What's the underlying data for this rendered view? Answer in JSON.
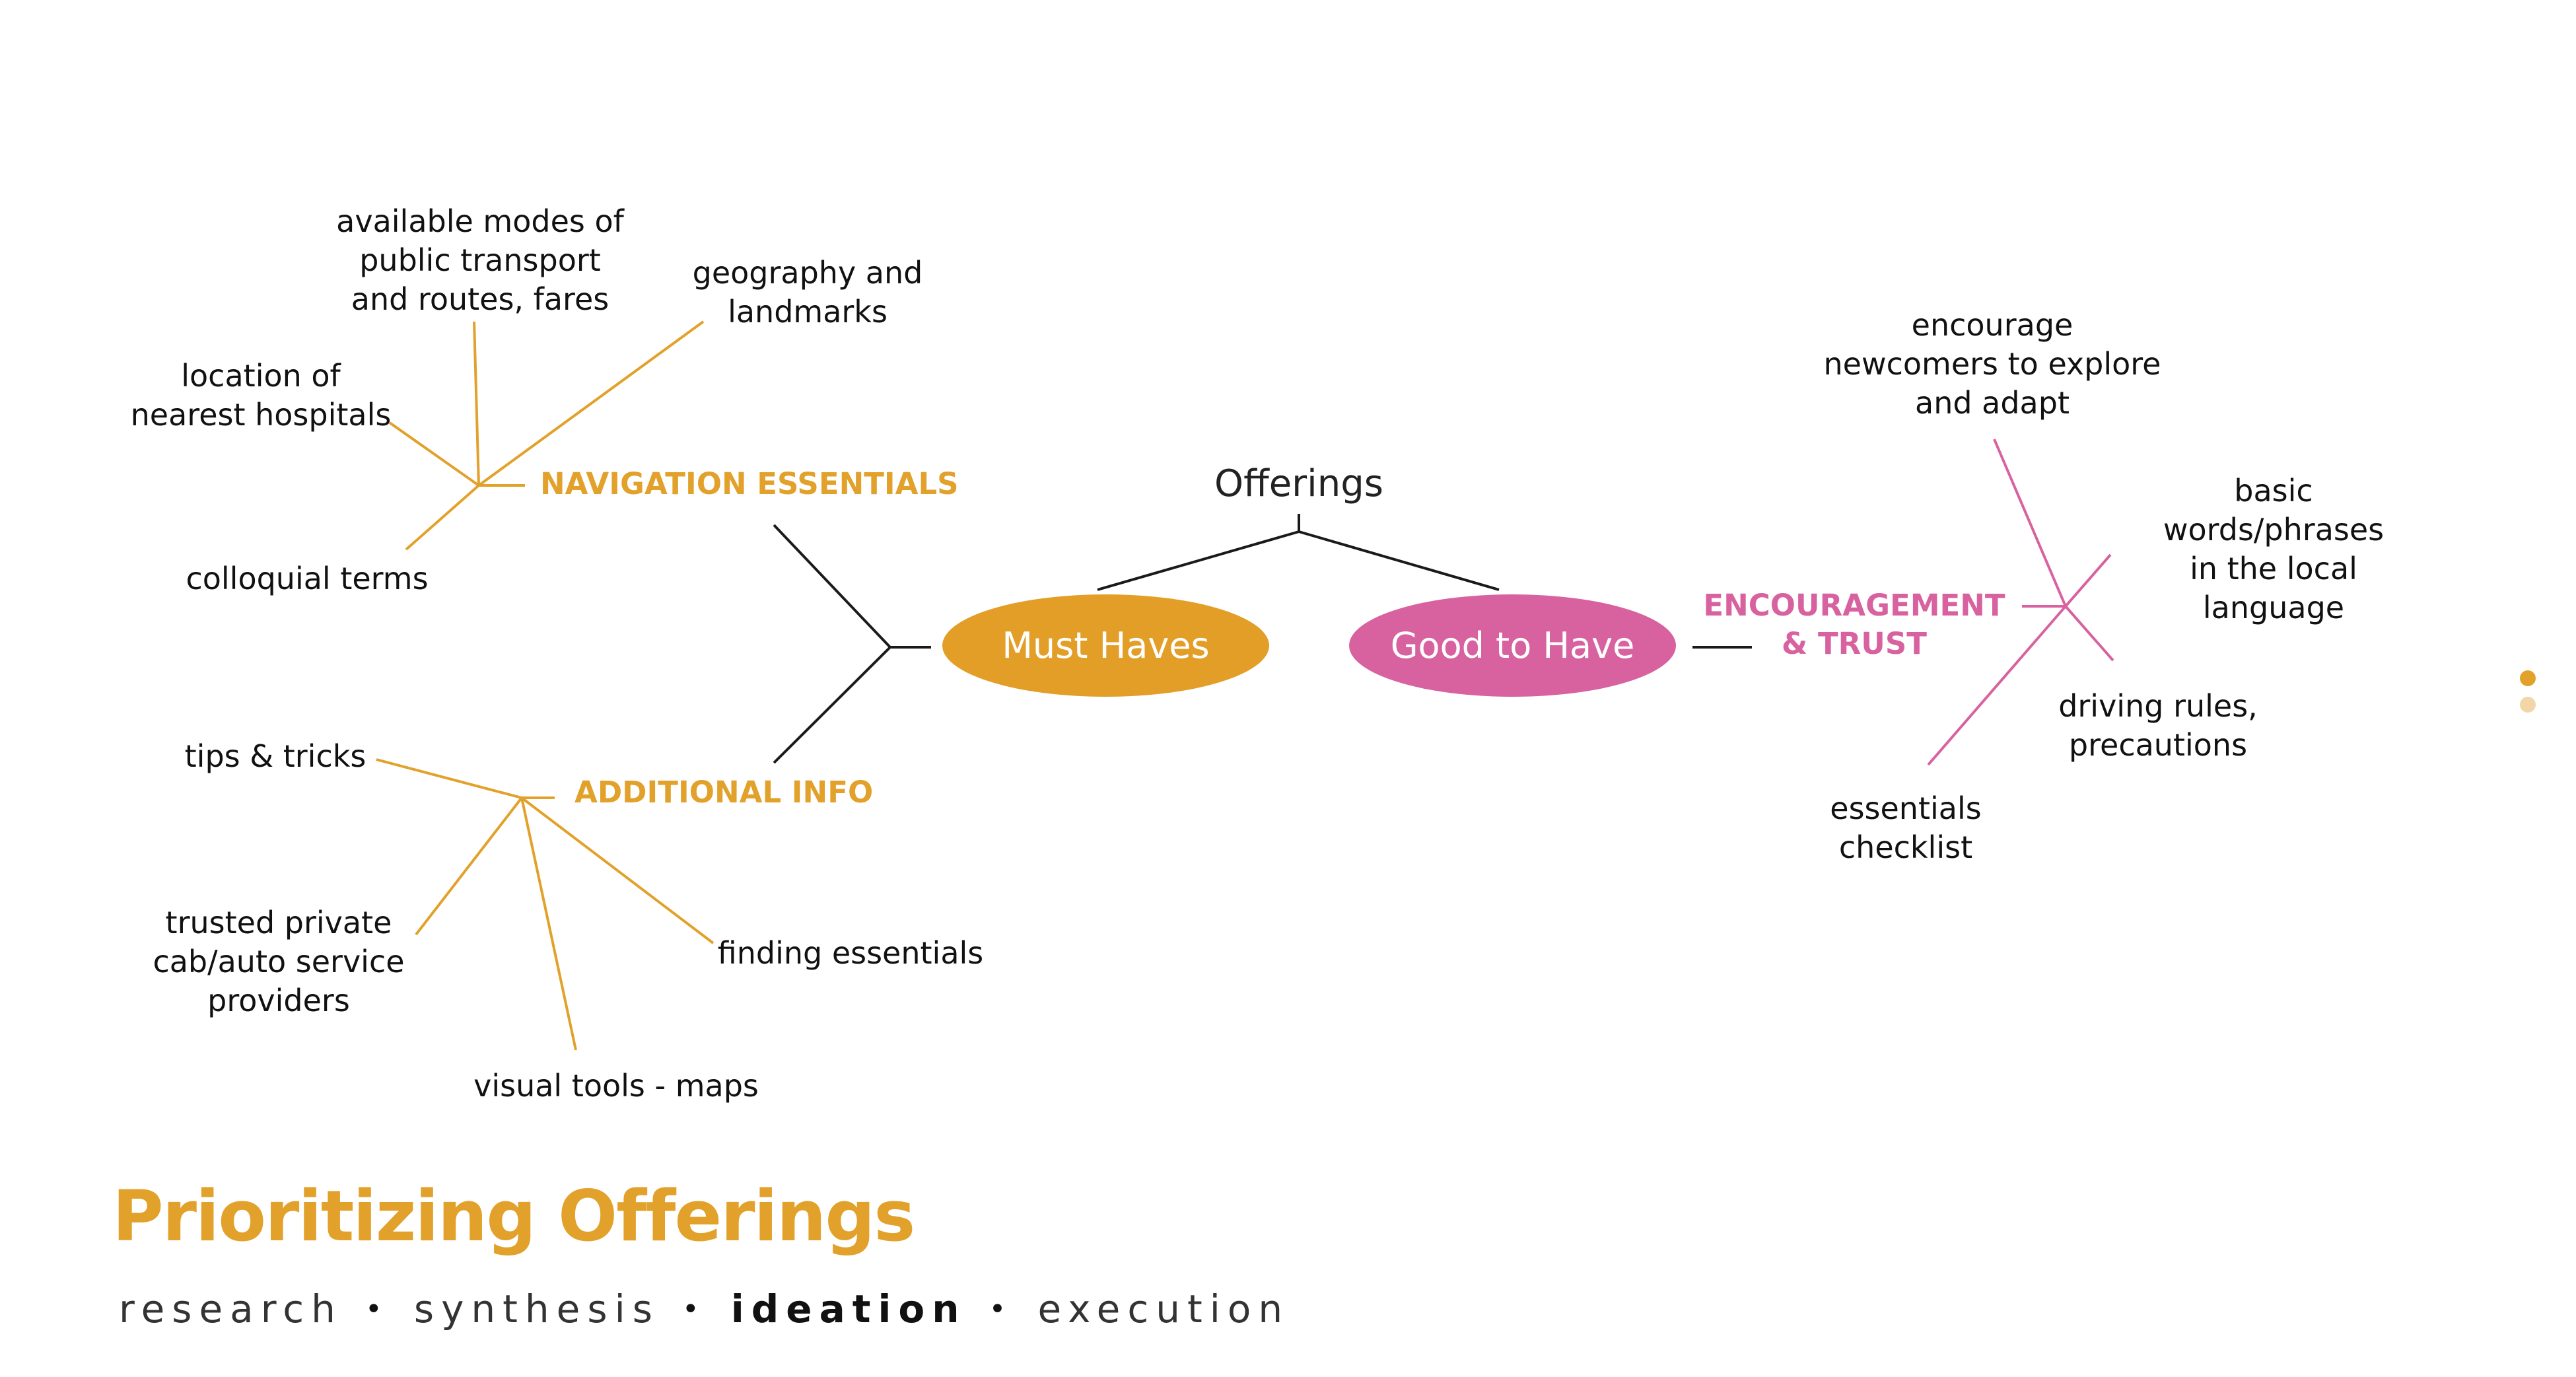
{
  "colors": {
    "accent_orange": "#E2A12A",
    "accent_pink": "#D8629F",
    "connector": "#1a1a1a"
  },
  "root": {
    "title": "Offerings"
  },
  "must_haves": {
    "label": "Must Haves",
    "navigation": {
      "title": "NAVIGATION ESSENTIALS",
      "items": [
        "available modes of\npublic transport\nand routes, fares",
        "geography and\nlandmarks",
        "location of\nnearest hospitals",
        "colloquial terms"
      ]
    },
    "additional": {
      "title": "ADDITIONAL INFO",
      "items": [
        "tips & tricks",
        "trusted private\ncab/auto service\nproviders",
        "visual tools - maps",
        "finding essentials"
      ]
    }
  },
  "good_to_have": {
    "label": "Good to Have",
    "encouragement": {
      "title": "ENCOURAGEMENT\n& TRUST",
      "items": [
        "encourage\nnewcomers to explore\nand adapt",
        "basic words/phrases\nin the local language",
        "driving rules,\nprecautions",
        "essentials\nchecklist"
      ]
    }
  },
  "footer": {
    "title": "Prioritizing Offerings",
    "steps": [
      "research",
      "synthesis",
      "ideation",
      "execution"
    ],
    "active_step": "ideation",
    "separator": "•"
  }
}
